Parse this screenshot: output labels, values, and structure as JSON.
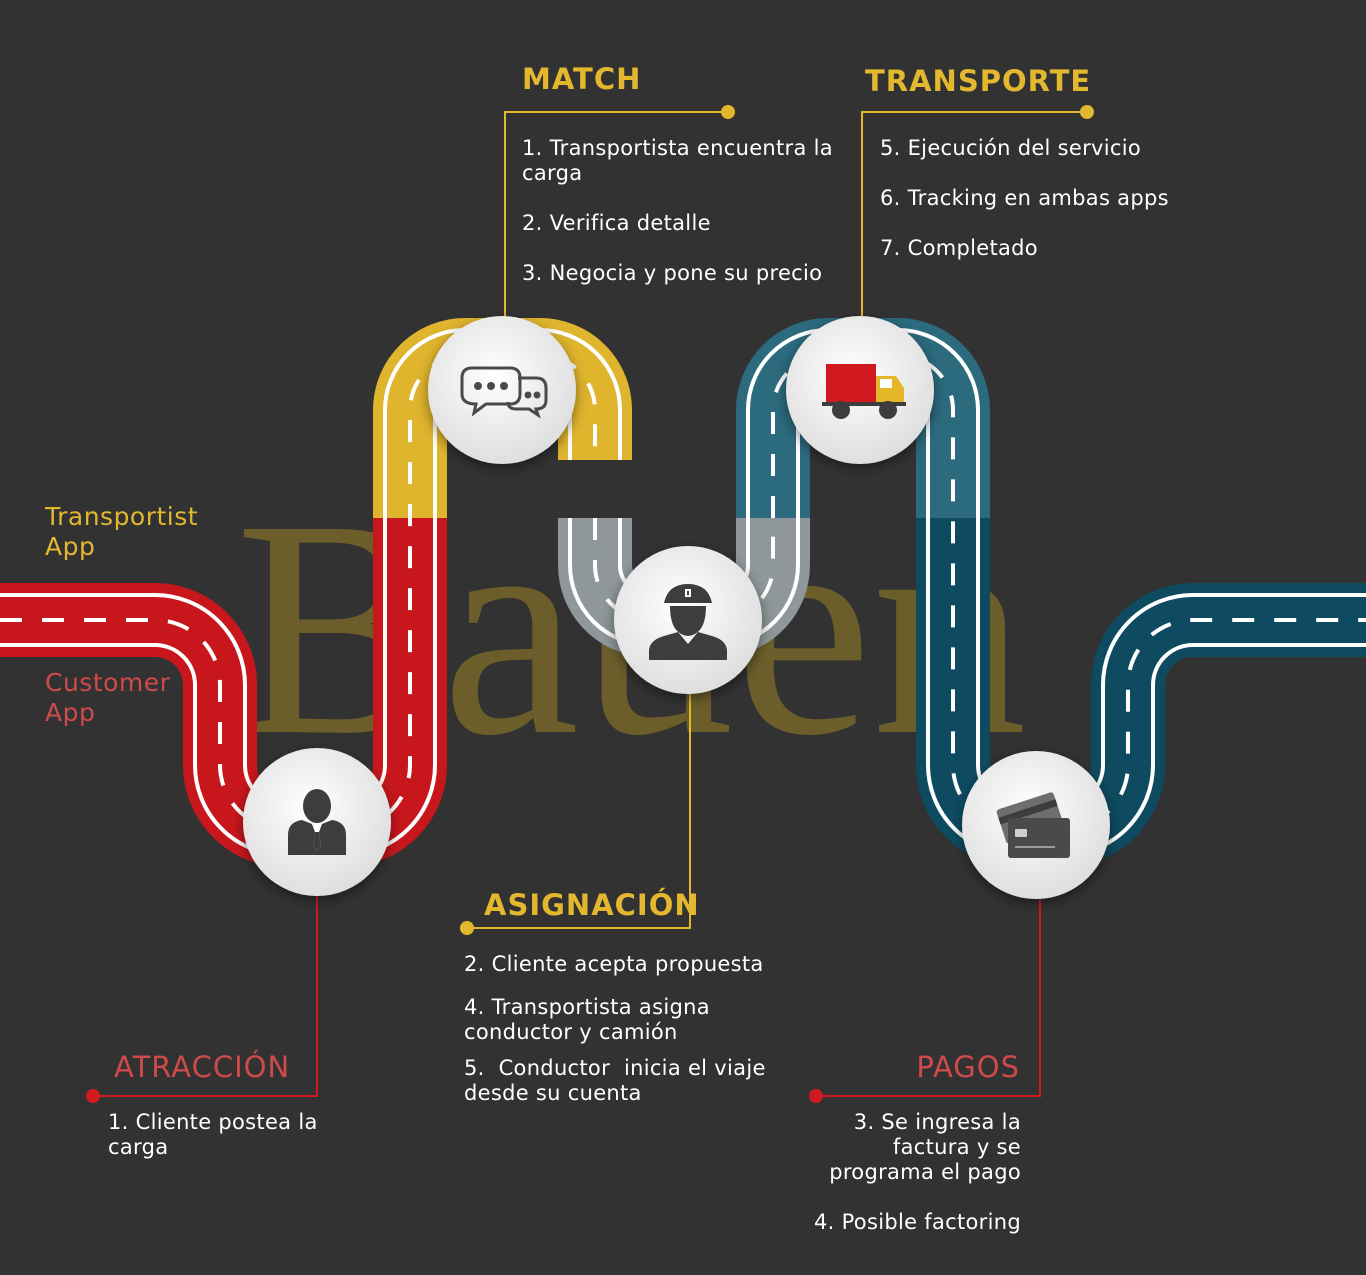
{
  "watermark": "Bauen",
  "lanes": {
    "transportist": "Transportist\nApp",
    "customer": "Customer\nApp"
  },
  "stages": {
    "match": {
      "title": "MATCH",
      "steps": [
        "1. Transportista encuentra la\ncarga",
        "2. Verifica detalle",
        "3. Negocia y pone su precio"
      ]
    },
    "transporte": {
      "title": "TRANSPORTE",
      "steps": [
        "5. Ejecución del servicio",
        "6. Tracking en ambas apps",
        "7. Completado"
      ]
    },
    "asignacion": {
      "title": "ASIGNACIÓN",
      "steps": [
        "2. Cliente acepta propuesta",
        "4. Transportista asigna\nconductor y camión",
        "5.  Conductor  inicia el viaje\ndesde su cuenta"
      ]
    },
    "atraccion": {
      "title": "ATRACCIÓN",
      "steps": [
        "1. Cliente postea la\ncarga"
      ]
    },
    "pagos": {
      "title": "PAGOS",
      "steps": [
        "3. Se ingresa la\nfactura y se\nprograma el pago",
        "4. Posible factoring"
      ]
    }
  },
  "icons": [
    "person-icon",
    "chat-icon",
    "driver-icon",
    "truck-icon",
    "credit-card-icon"
  ],
  "colors": {
    "background": "#323232",
    "red_road": "#c8171c",
    "gold_road": "#dfb52d",
    "gray_road": "#8f979b",
    "teal_road": "#2c6a7e",
    "blue_road": "#0e4b61",
    "accent_gold": "#e3b82e",
    "accent_red": "#cf4a4a"
  }
}
